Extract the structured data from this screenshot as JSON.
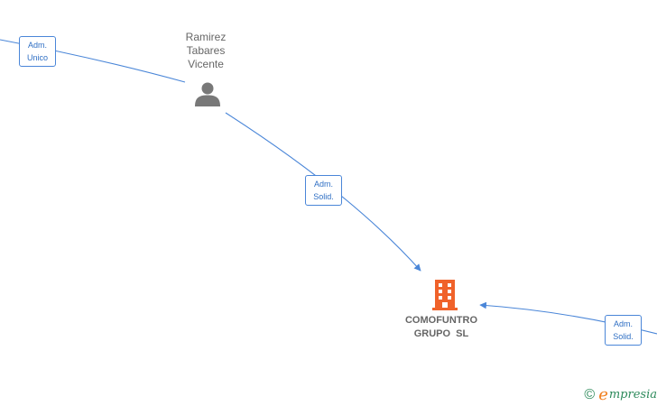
{
  "nodes": {
    "person": {
      "name_lines": [
        "Ramirez",
        "Tabares",
        "Vicente"
      ],
      "icon": "person-icon",
      "color": "#787878"
    },
    "company": {
      "name_lines": [
        "COMOFUNTRO",
        "GRUPO  SL"
      ],
      "icon": "building-icon",
      "color": "#f0622a"
    }
  },
  "edges": [
    {
      "label_lines": [
        "Adm.",
        "Unico"
      ]
    },
    {
      "label_lines": [
        "Adm.",
        "Solid."
      ]
    },
    {
      "label_lines": [
        "Adm.",
        "Solid."
      ]
    }
  ],
  "colors": {
    "edge": "#4a86d8",
    "label_text": "#2f6fc4"
  },
  "brand": {
    "copyright": "©",
    "initial": "e",
    "rest": "mpresia"
  }
}
